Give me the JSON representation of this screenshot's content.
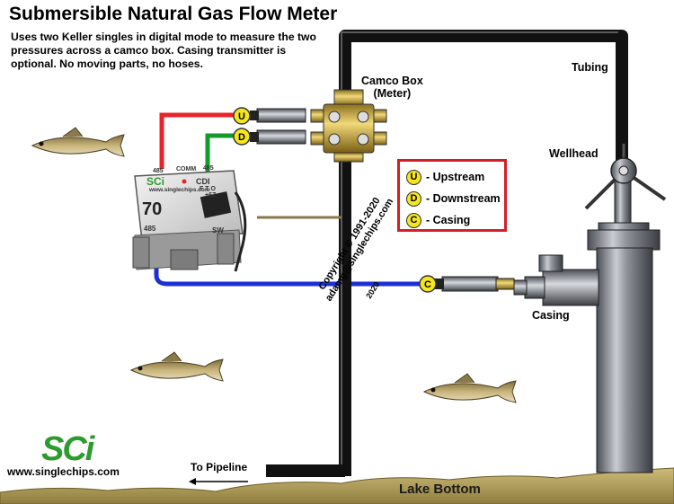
{
  "title": "Submersible Natural Gas Flow Meter",
  "subtitle": "Uses two Keller singles in digital mode to measure the two pressures across a camco box. Casing transmitter is optional. No moving parts, no hoses.",
  "labels": {
    "camco_box": "Camco Box",
    "camco_meter": "(Meter)",
    "tubing": "Tubing",
    "wellhead": "Wellhead",
    "casing": "Casing",
    "to_pipeline": "To Pipeline",
    "lake_bottom": "Lake Bottom"
  },
  "legend": [
    {
      "badge": "U",
      "text": "- Upstream"
    },
    {
      "badge": "D",
      "text": "- Downstream"
    },
    {
      "badge": "C",
      "text": "- Casing"
    }
  ],
  "badges": {
    "upstream": "U",
    "downstream": "D",
    "casing": "C"
  },
  "copyright": {
    "line1": "Copyright © 1991-2020",
    "line2": "adamg@singlechips.com",
    "year": "2020"
  },
  "logo": {
    "text": "SCi",
    "website": "www.singlechips.com"
  },
  "fco": {
    "logo": "SCi",
    "model": "70",
    "label_485_top": "485",
    "label_comm": "COMM",
    "label_485_right": "485",
    "label_cd": "CDI",
    "label_fto": "F T O",
    "label_url": "www.singlechips.com",
    "label_6z": "+6Z",
    "label_485_bottom": "485",
    "label_sw": "SW"
  },
  "colors": {
    "upstream_wire": "#e8242a",
    "downstream_wire": "#169a2b",
    "casing_wire": "#1d2fd6",
    "pipe": "#111111",
    "badge": "#f6e61f",
    "legend_border": "#d51f26",
    "lake_bottom": "#b3a05d",
    "logo_green": "#2e9b2e"
  }
}
